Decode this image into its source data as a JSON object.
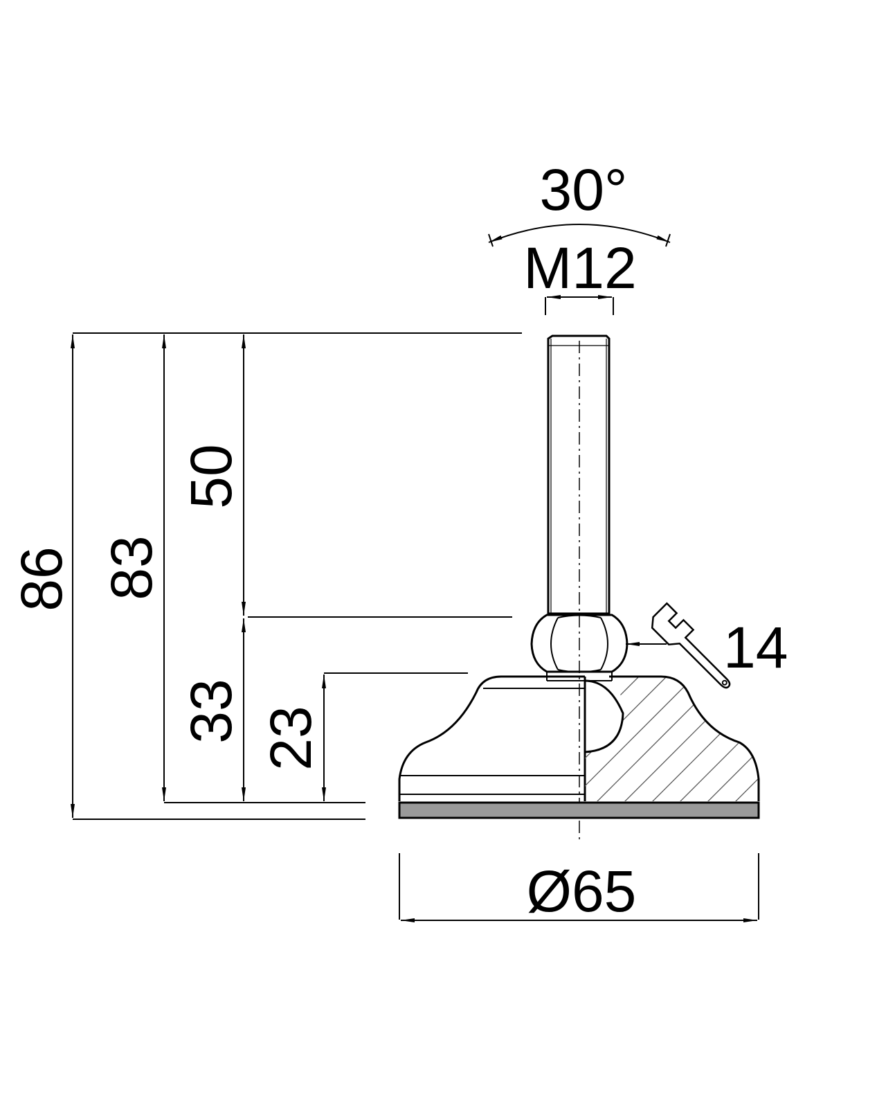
{
  "drawing": {
    "angle_label": "30°",
    "thread_label": "M12",
    "wrench_label": "14",
    "diameter_label": "Ø65",
    "dim_total_height": "86",
    "dim_height_83": "83",
    "dim_thread_length": "50",
    "dim_height_33": "33",
    "dim_base_height": "23",
    "icons": [
      "wrench-icon"
    ]
  }
}
